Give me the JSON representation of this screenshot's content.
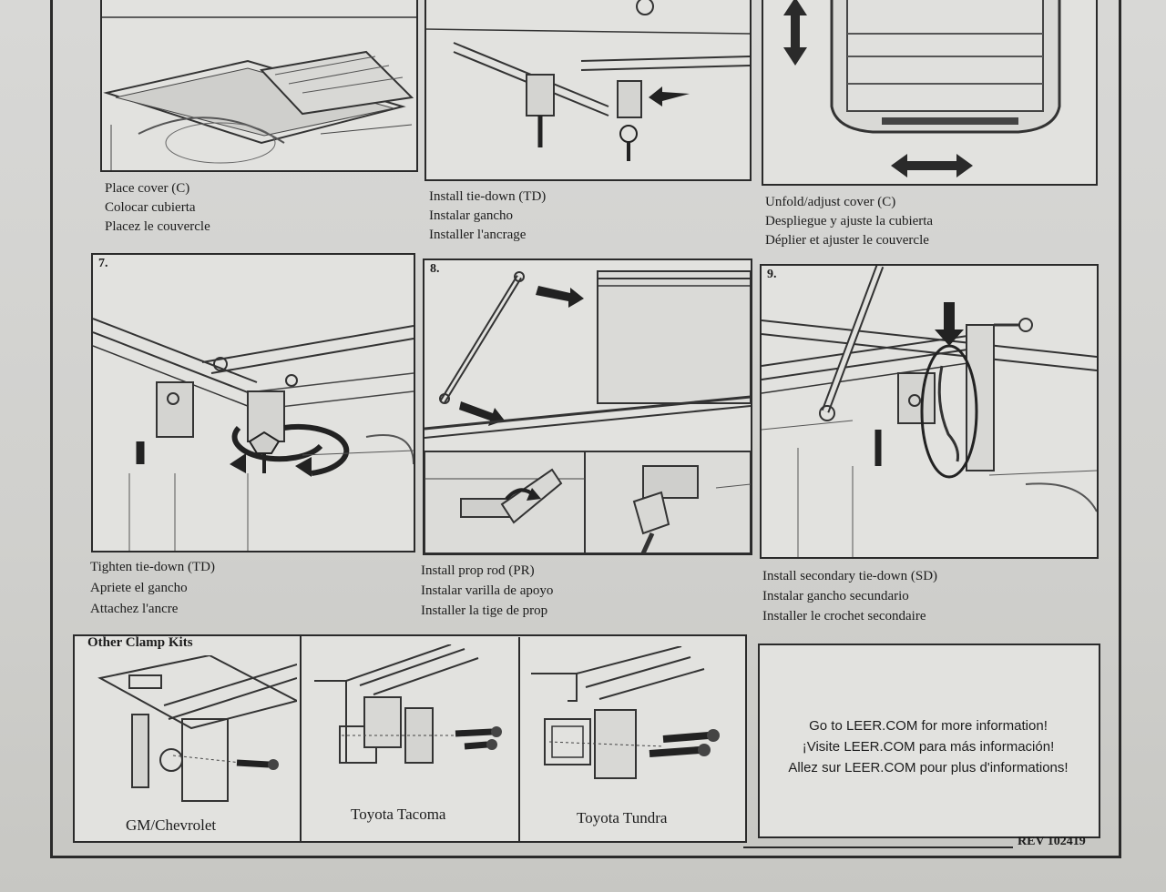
{
  "steps": {
    "step4": {
      "lines": [
        "Place cover (C)",
        "Colocar cubierta",
        "Placez le couvercle"
      ]
    },
    "step5": {
      "lines": [
        "Install tie-down (TD)",
        "Instalar gancho",
        "Installer l'ancrage"
      ]
    },
    "step6": {
      "lines": [
        "Unfold/adjust cover (C)",
        "Despliegue y ajuste la cubierta",
        "Déplier et ajuster le couvercle"
      ]
    },
    "step7": {
      "number": "7.",
      "lines": [
        "Tighten tie-down (TD)",
        "Apriete el gancho",
        "Attachez l'ancre"
      ]
    },
    "step8": {
      "number": "8.",
      "lines": [
        "Install prop rod (PR)",
        "Instalar varilla de apoyo",
        "Installer la tige de prop"
      ]
    },
    "step9": {
      "number": "9.",
      "lines": [
        "Install secondary tie-down (SD)",
        "Instalar gancho secundario",
        "Installer le crochet secondaire"
      ]
    }
  },
  "clamp_kits": {
    "title": "Other Clamp Kits",
    "kits": [
      "GM/Chevrolet",
      "Toyota Tacoma",
      "Toyota Tundra"
    ]
  },
  "info": {
    "lines": [
      "Go to LEER.COM for more information!",
      "¡Visite LEER.COM para más información!",
      "Allez sur LEER.COM pour plus d'informations!"
    ]
  },
  "revision": "REV 102419"
}
